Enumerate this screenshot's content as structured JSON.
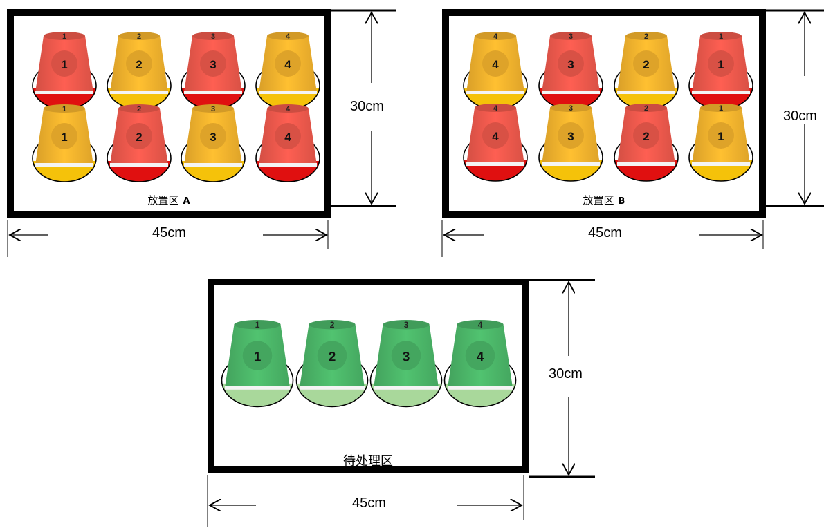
{
  "zones": {
    "a": {
      "label": "放置区",
      "suffix": "A",
      "cups": [
        {
          "number": "1",
          "color": "red"
        },
        {
          "number": "2",
          "color": "yellow"
        },
        {
          "number": "3",
          "color": "red"
        },
        {
          "number": "4",
          "color": "yellow"
        },
        {
          "number": "1",
          "color": "yellow"
        },
        {
          "number": "2",
          "color": "red"
        },
        {
          "number": "3",
          "color": "yellow"
        },
        {
          "number": "4",
          "color": "red"
        }
      ]
    },
    "b": {
      "label": "放置区",
      "suffix": "B",
      "cups": [
        {
          "number": "4",
          "color": "yellow"
        },
        {
          "number": "3",
          "color": "red"
        },
        {
          "number": "2",
          "color": "yellow"
        },
        {
          "number": "1",
          "color": "red"
        },
        {
          "number": "4",
          "color": "red"
        },
        {
          "number": "3",
          "color": "yellow"
        },
        {
          "number": "2",
          "color": "red"
        },
        {
          "number": "1",
          "color": "yellow"
        }
      ]
    },
    "pending": {
      "label": "待处理区",
      "cups": [
        {
          "number": "1",
          "color": "green"
        },
        {
          "number": "2",
          "color": "green"
        },
        {
          "number": "3",
          "color": "green"
        },
        {
          "number": "4",
          "color": "green"
        }
      ]
    }
  },
  "dimensions": {
    "a": {
      "width": "45cm",
      "height": "30cm"
    },
    "b": {
      "width": "45cm",
      "height": "30cm"
    },
    "pending": {
      "width": "45cm",
      "height": "30cm"
    }
  },
  "colors": {
    "red_cup": "#f05a4d",
    "red_base": "#e01010",
    "yellow_cup": "#f7b52e",
    "yellow_base": "#f5c20a",
    "green_cup": "#4cb86a",
    "green_base": "#a9d89b"
  }
}
